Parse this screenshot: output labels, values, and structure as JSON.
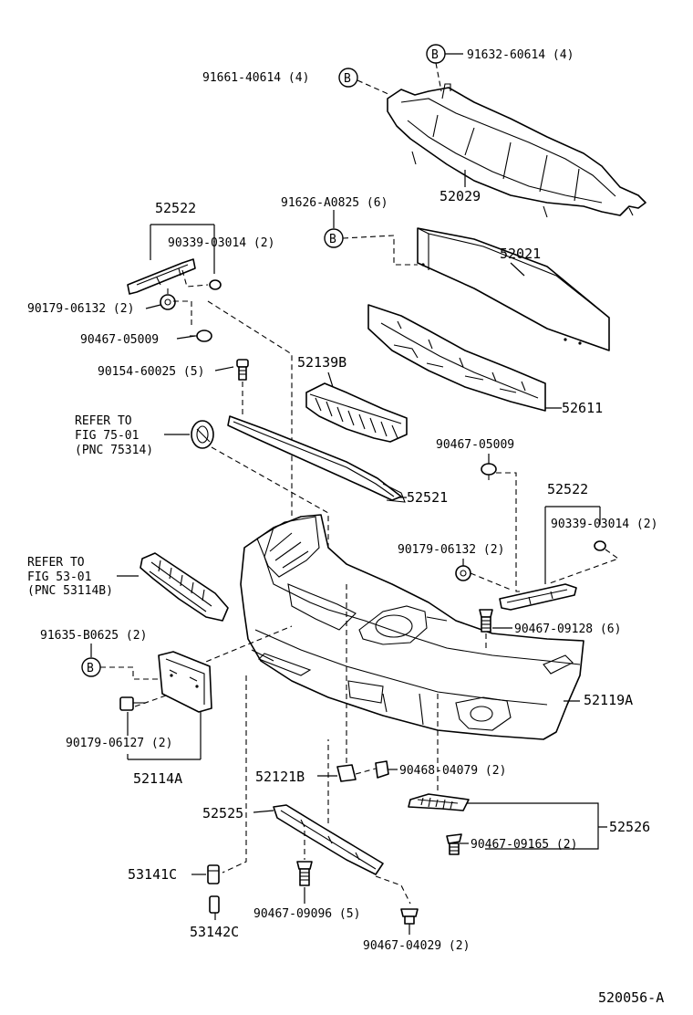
{
  "callouts": {
    "b_top": "B",
    "b_left_top": "B",
    "b_mid": "B",
    "b_lower_left": "B"
  },
  "labels": {
    "p91632": "91632-60614 (4)",
    "p91661": "91661-40614 (4)",
    "p52029": "52029",
    "p91626": "91626-A0825 (6)",
    "p52021": "52021",
    "p52522_l": "52522",
    "p90339_l": "90339-03014 (2)",
    "p90179_l": "90179-06132 (2)",
    "p90467_05009_l": "90467-05009",
    "p90154": "90154-60025 (5)",
    "p52139b": "52139B",
    "p52611": "52611",
    "refer75_1": "REFER TO",
    "refer75_2": "FIG 75-01",
    "refer75_3": "(PNC 75314)",
    "p90467_05009_r": "90467-05009",
    "p52521": "52521",
    "p52522_r": "52522",
    "p90339_r": "90339-03014 (2)",
    "p90179_r": "90179-06132 (2)",
    "refer53_1": "REFER TO",
    "refer53_2": "FIG 53-01",
    "refer53_3": "(PNC 53114B)",
    "p90467_09128": "90467-09128 (6)",
    "p91635": "91635-B0625 (2)",
    "p52119a": "52119A",
    "p90179_06127": "90179-06127 (2)",
    "p52114a": "52114A",
    "p52121b": "52121B",
    "p90468": "90468-04079 (2)",
    "p52525": "52525",
    "p52526": "52526",
    "p90467_09165": "90467-09165 (2)",
    "p53141c": "53141C",
    "p90467_09096": "90467-09096 (5)",
    "p53142c": "53142C",
    "p90467_04029": "90467-04029 (2)",
    "diagram_id": "520056-A"
  }
}
